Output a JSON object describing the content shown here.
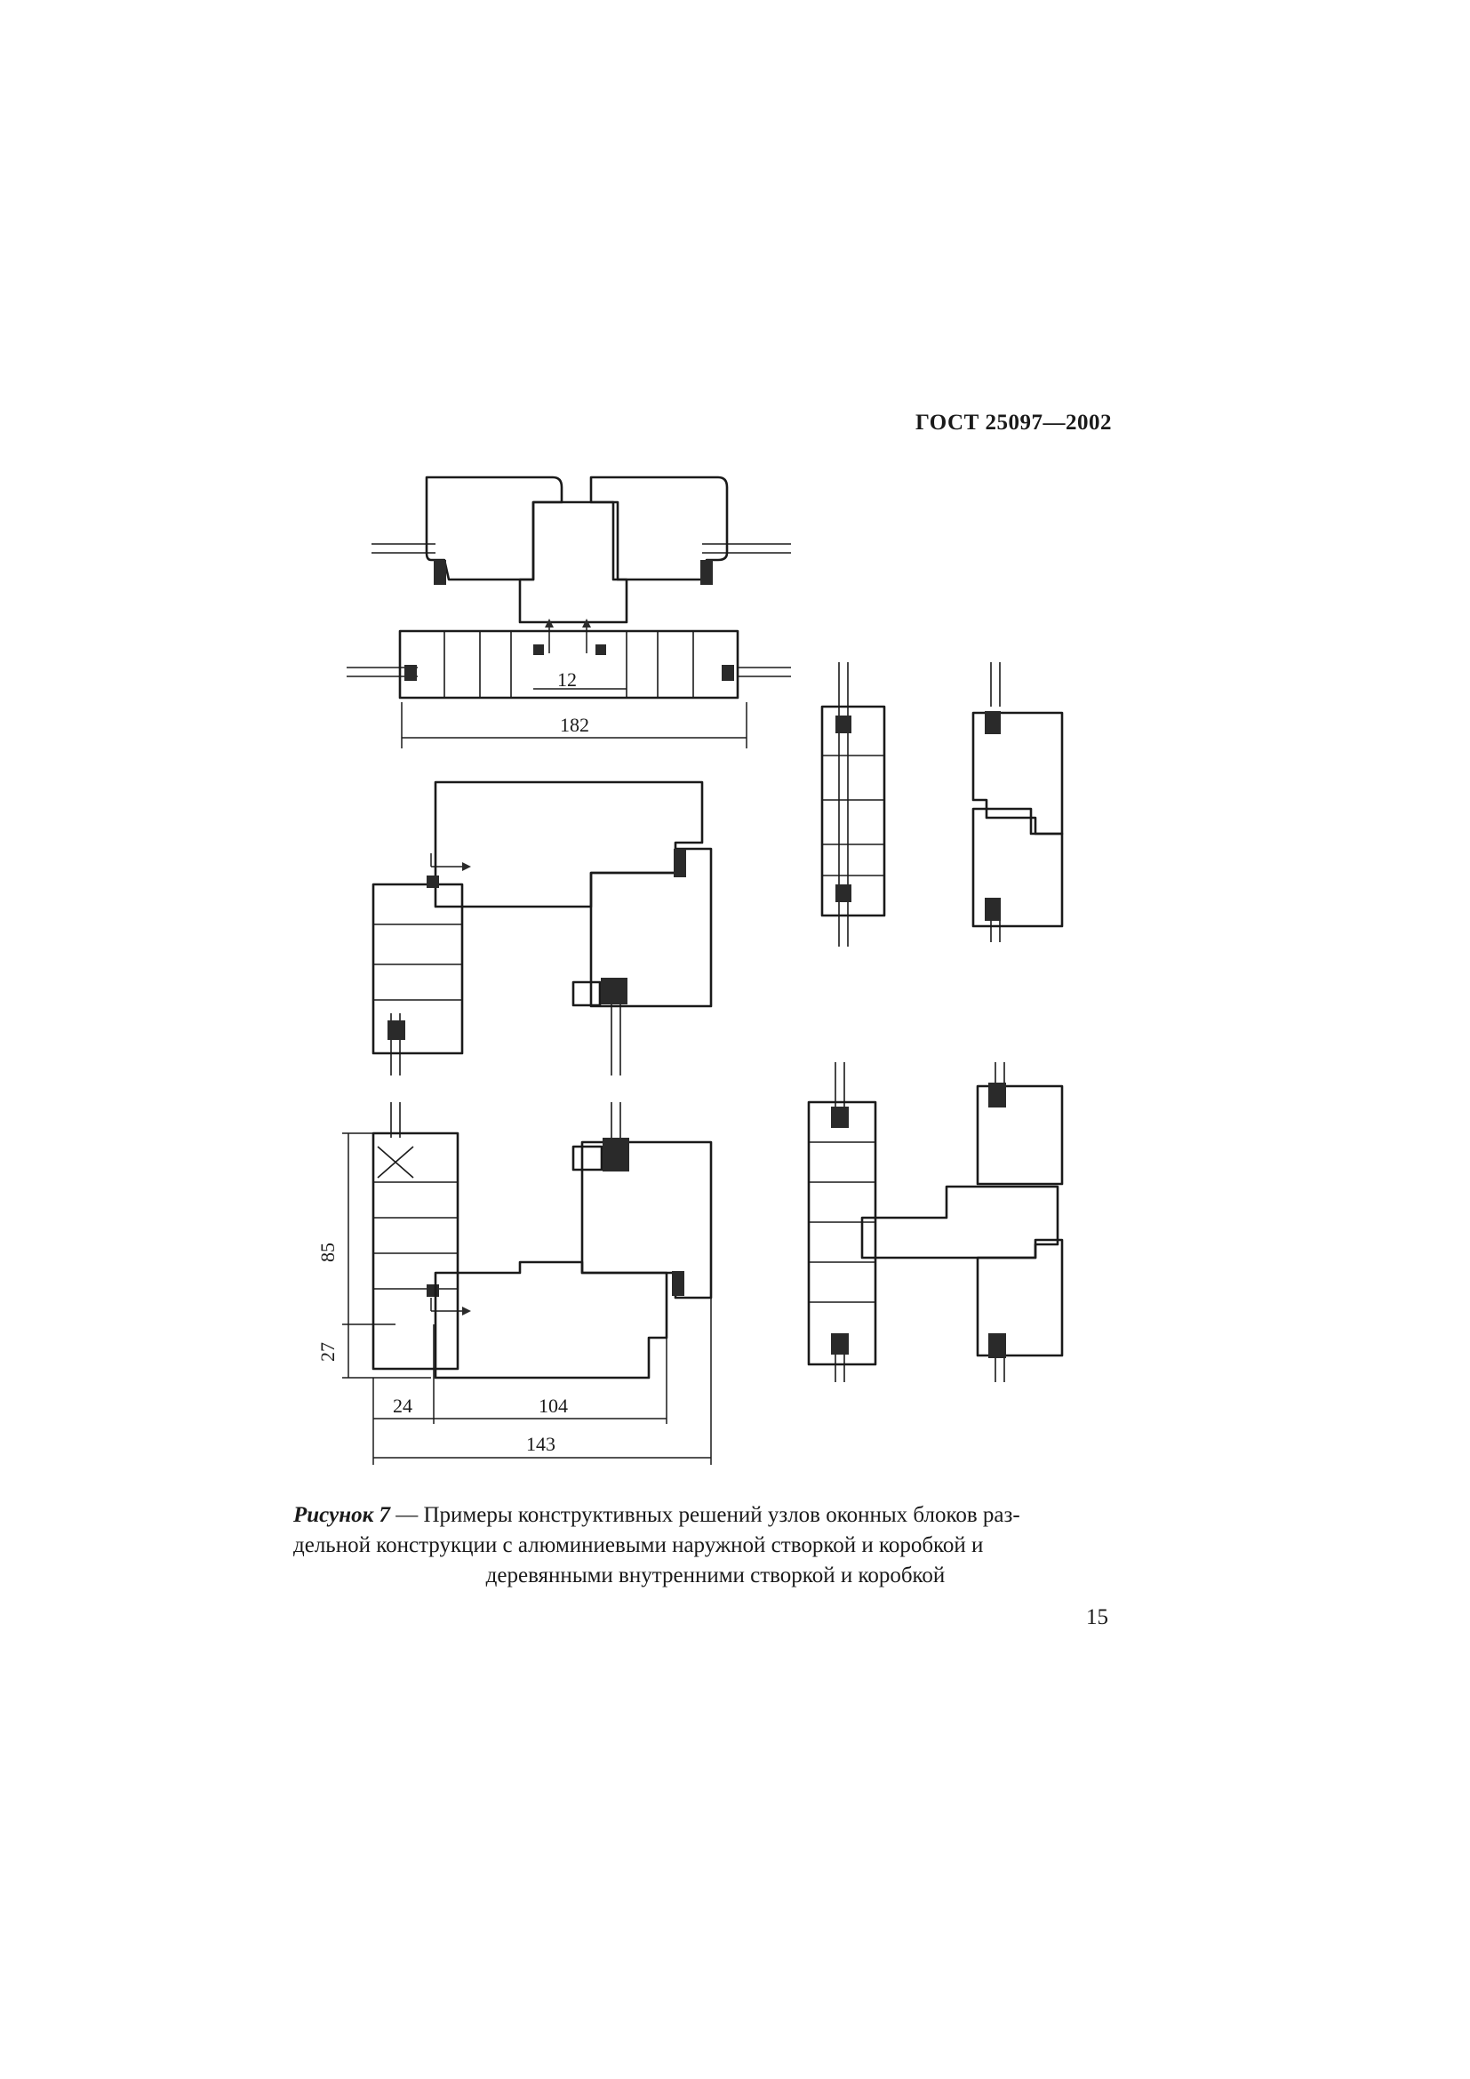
{
  "document": {
    "header": "ГОСТ 25097—2002",
    "page_number": "15"
  },
  "figure": {
    "dimensions": {
      "d182": "182",
      "d12": "12",
      "d85": "85",
      "d27": "27",
      "d24": "24",
      "d104": "104",
      "d143": "143"
    },
    "caption": {
      "label": "Рисунок 7",
      "dash": " — ",
      "line1_rest": "Примеры конструктивных решений узлов оконных блоков раз-",
      "line2": "дельной конструкции с алюминиевыми наружной створкой и коробкой и",
      "line3": "деревянными внутренними створкой и коробкой"
    }
  }
}
